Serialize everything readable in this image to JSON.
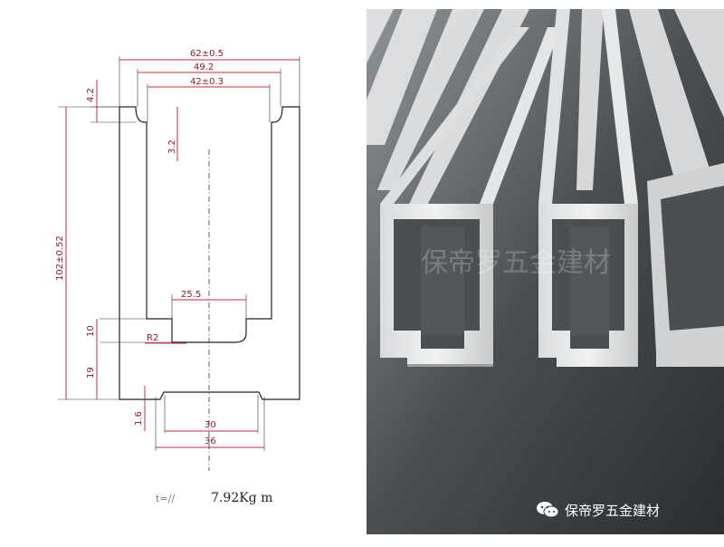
{
  "drawing": {
    "dims": {
      "overall_width": "62±0.5",
      "opening_width": "49.2",
      "inner_width": "42±0.3",
      "lip_height": "4.2",
      "lip_thickness": "3.2",
      "total_height": "102±0.52",
      "bottom_slot_width": "25.5",
      "slot_depth": "10",
      "radius": "R2",
      "base_height": "19",
      "groove_depth": "1.6",
      "groove_inner_width": "30",
      "groove_outer_width": "36"
    },
    "weight_label": "t=//",
    "weight_value": "7.92Kg m"
  },
  "photo": {
    "watermark": "保帝罗五金建材"
  },
  "brand": {
    "name": "保帝罗五金建材",
    "icon": "wechat-icon"
  },
  "colors": {
    "dimension": "#c8283a",
    "photo_bg": "#3a3d3f"
  }
}
